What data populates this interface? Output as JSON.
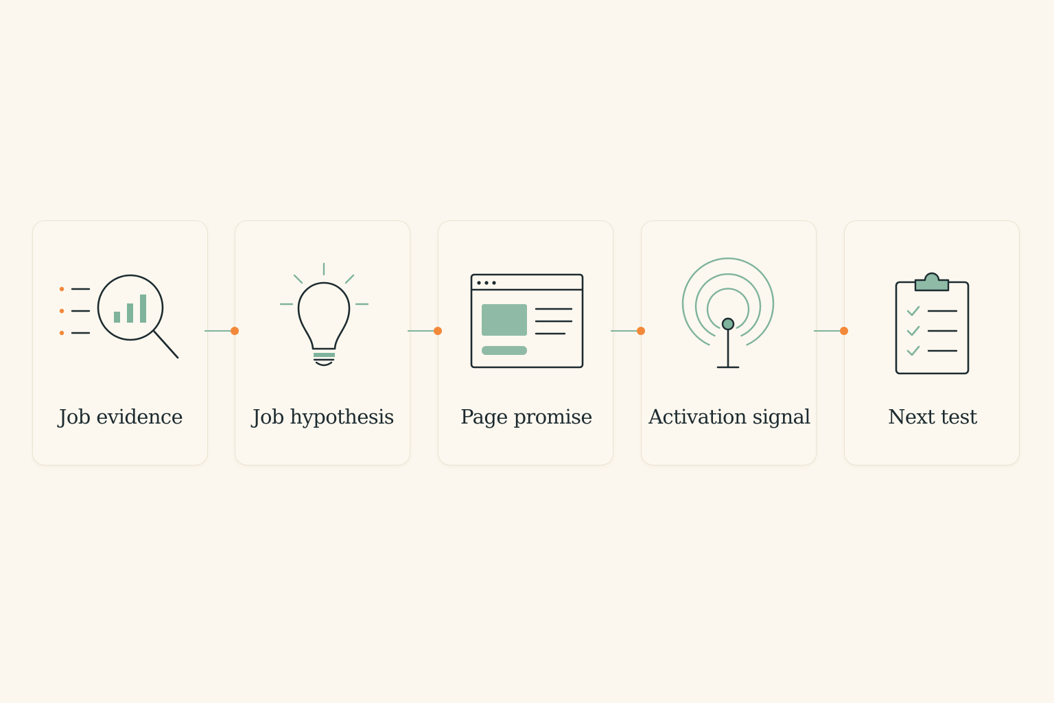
{
  "colors": {
    "background": "#fcf7ee",
    "card": "#fcf8ef",
    "card_border": "#ece3d3",
    "ink": "#1d2b30",
    "accent_green": "#7fb39c",
    "accent_orange": "#f2893a"
  },
  "steps": [
    {
      "label": "Job evidence",
      "icon": "magnifier-chart-icon"
    },
    {
      "label": "Job hypothesis",
      "icon": "lightbulb-icon"
    },
    {
      "label": "Page promise",
      "icon": "browser-page-icon"
    },
    {
      "label": "Activation signal",
      "icon": "signal-antenna-icon"
    },
    {
      "label": "Next test",
      "icon": "clipboard-checklist-icon"
    }
  ]
}
